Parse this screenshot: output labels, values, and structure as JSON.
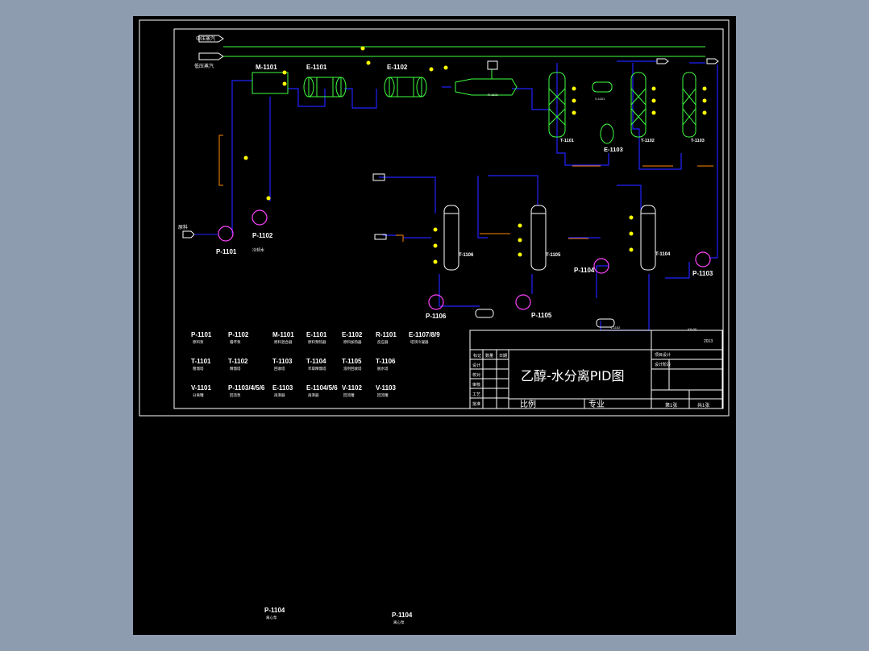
{
  "streams": {
    "steam_mid": "中压蒸汽",
    "steam_low": "低压蒸汽",
    "feed": "原料",
    "cooling": "冷却水"
  },
  "equipment": {
    "m1101": "M-1101",
    "e1101": "E-1101",
    "e1102": "E-1102",
    "r1101": "R-1101",
    "v1101": "V-1101",
    "t1101": "T-1101",
    "e1103": "E-1103",
    "t1102": "T-1102",
    "t1103": "T-1103",
    "p1101": "P-1101",
    "p1102": "P-1102",
    "t1106": "T-1106",
    "t1105": "T-1105",
    "t1104": "T-1104",
    "p1103": "P-1103",
    "p1104": "P-1104",
    "p1105": "P-1105",
    "p1106": "P-1106",
    "v1102": "V-1102"
  },
  "legend": [
    [
      {
        "tag": "P-1101",
        "desc": "原料泵"
      },
      {
        "tag": "P-1102",
        "desc": "循环泵"
      },
      {
        "tag": "M-1101",
        "desc": "原料混合器"
      },
      {
        "tag": "E-1101",
        "desc": "原料预热器"
      },
      {
        "tag": "E-1102",
        "desc": "原料加热器"
      },
      {
        "tag": "R-1101",
        "desc": "反应器"
      },
      {
        "tag": "E-1107/8/9",
        "desc": "塔顶冷凝器"
      }
    ],
    [
      {
        "tag": "T-1101",
        "desc": "粗馏塔"
      },
      {
        "tag": "T-1102",
        "desc": "精馏塔"
      },
      {
        "tag": "T-1103",
        "desc": "回收塔"
      },
      {
        "tag": "T-1104",
        "desc": "萃取精馏塔"
      },
      {
        "tag": "T-1105",
        "desc": "溶剂回收塔"
      },
      {
        "tag": "T-1106",
        "desc": "脱水塔"
      }
    ],
    [
      {
        "tag": "V-1101",
        "desc": "分离罐"
      },
      {
        "tag": "P-1103/4/5/6",
        "desc": "回流泵"
      },
      {
        "tag": "E-1103",
        "desc": "再沸器"
      },
      {
        "tag": "E-1104/5/6",
        "desc": "再沸器"
      },
      {
        "tag": "V-1102",
        "desc": "回流罐"
      },
      {
        "tag": "V-1103",
        "desc": "回流罐"
      }
    ]
  ],
  "title_block": {
    "title": "乙醇-水分离PID图",
    "col_headers": [
      "标记",
      "数量",
      "日期"
    ],
    "rows": [
      "设计",
      "校对",
      "审核",
      "工艺",
      "批准"
    ],
    "right_rows": [
      "项目设计",
      "设计阶段"
    ],
    "scale_label": "比例",
    "major_label": "专业",
    "sheet_label": "第1张",
    "total_label": "共1张",
    "code": "2013",
    "small_code": "XX-00"
  },
  "bottom_notes": [
    {
      "tag": "P-1104",
      "desc": "离心泵"
    },
    {
      "tag": "P-1104",
      "desc": "离心泵"
    }
  ],
  "colors": {
    "background": "#000000",
    "frame": "#ffffff",
    "pipe_process": "#2222ff",
    "equipment": "#3fff3f",
    "pump": "#ff44ff",
    "utility": "#ff8800",
    "instrument": "#ffff00"
  }
}
